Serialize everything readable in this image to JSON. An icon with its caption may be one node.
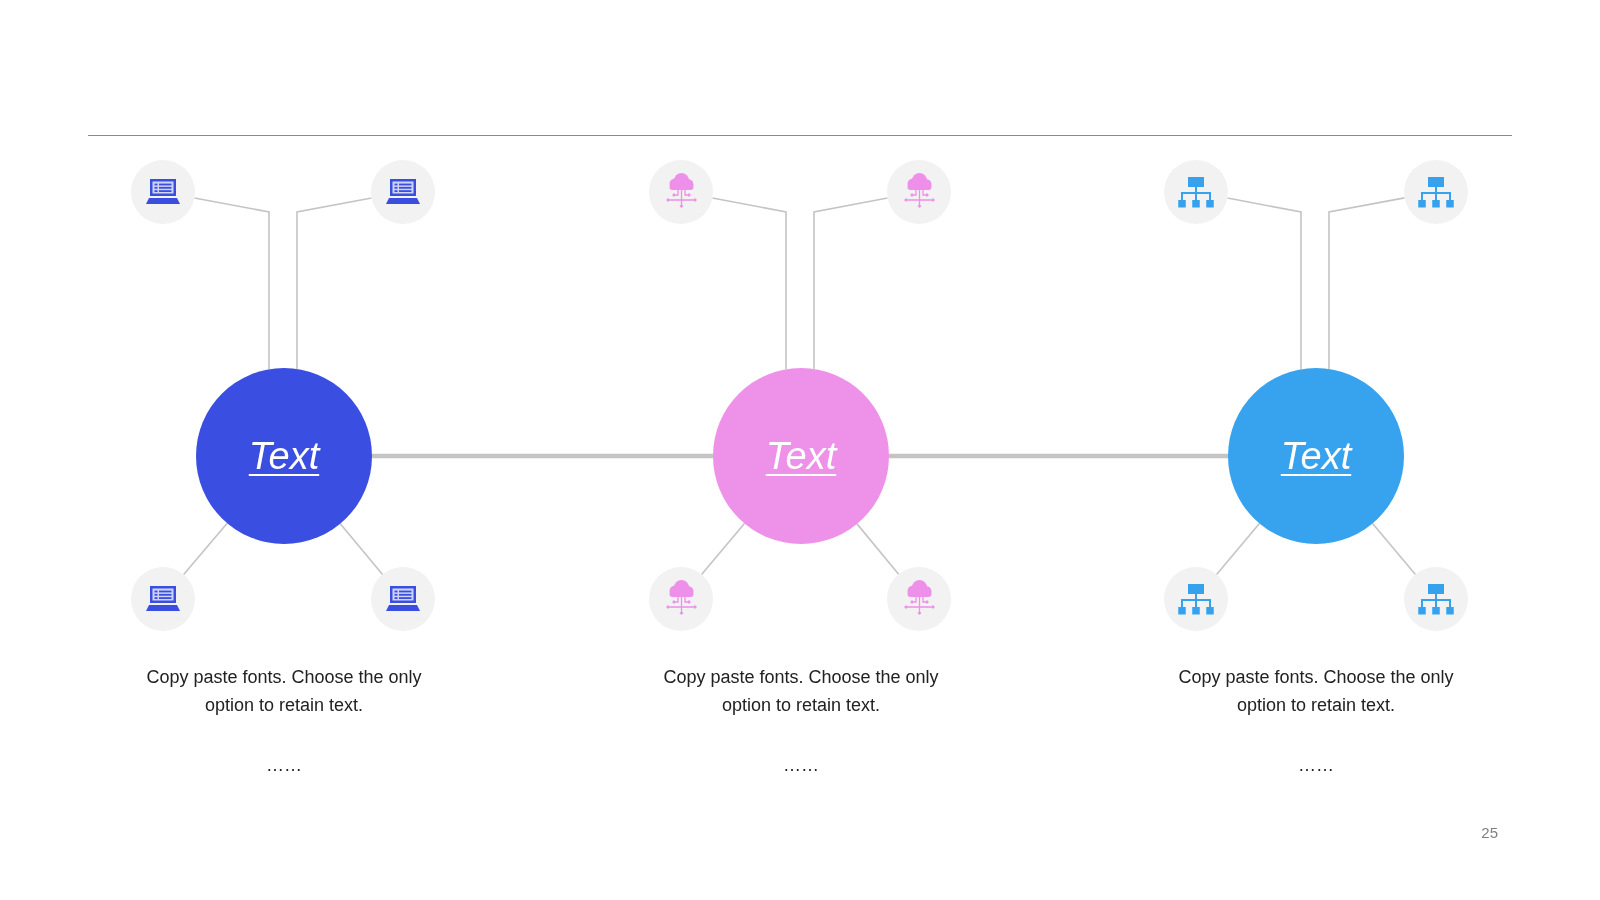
{
  "diagram": {
    "nodes": [
      {
        "text": [],
        "shape": "circle"
      },
      {
        "text": [],
        "shape": "circle"
      },
      {
        "text": [],
        "shape": "circle"
      },
      {
        "text": [],
        "shape": "circle"
      },
      {
        "text": [],
        "shape": "circle"
      },
      {
        "text": [],
        "shape": "circle"
      },
      {
        "text": [
          "Text"
        ],
        "beside": [
          "Copy paste fonts. Choose the only option to retain text.",
          "……"
        ]
      },
      {
        "text": [
          "Text"
        ],
        "beside": [
          "Copy paste fonts. Choose the only option to retain text.",
          "……"
        ]
      },
      {
        "text": [
          "Text"
        ],
        "beside": [
          "Copy paste fonts. Choose the only option to retain text.",
          "……"
        ]
      },
      {
        "text": [],
        "shape": "circle"
      },
      {
        "text": [],
        "shape": "circle"
      },
      {
        "text": [],
        "shape": "circle"
      },
      {
        "text": [],
        "shape": "circle"
      },
      {
        "text": [],
        "shape": "circle"
      },
      {
        "text": [],
        "shape": "circle"
      }
    ],
    "edges": [
      {
        "from": 6,
        "to": 0,
        "arrow": "none"
      },
      {
        "from": 6,
        "to": 1,
        "arrow": "none"
      },
      {
        "from": 7,
        "to": 2,
        "arrow": "none"
      },
      {
        "from": 7,
        "to": 3,
        "arrow": "none"
      },
      {
        "from": 8,
        "to": 4,
        "arrow": "none"
      },
      {
        "from": 8,
        "to": 5,
        "arrow": "none"
      },
      {
        "from": 6,
        "to": 7,
        "arrow": "none",
        "style": "thick"
      },
      {
        "from": 7,
        "to": 8,
        "arrow": "none",
        "style": "thick"
      },
      {
        "from": 6,
        "to": 9,
        "arrow": "none"
      },
      {
        "from": 6,
        "to": 10,
        "arrow": "none"
      },
      {
        "from": 7,
        "to": 11,
        "arrow": "none"
      },
      {
        "from": 7,
        "to": 12,
        "arrow": "none"
      },
      {
        "from": 8,
        "to": 13,
        "arrow": "none"
      },
      {
        "from": 8,
        "to": 14,
        "arrow": "none"
      }
    ],
    "labels": [
      "25"
    ]
  }
}
